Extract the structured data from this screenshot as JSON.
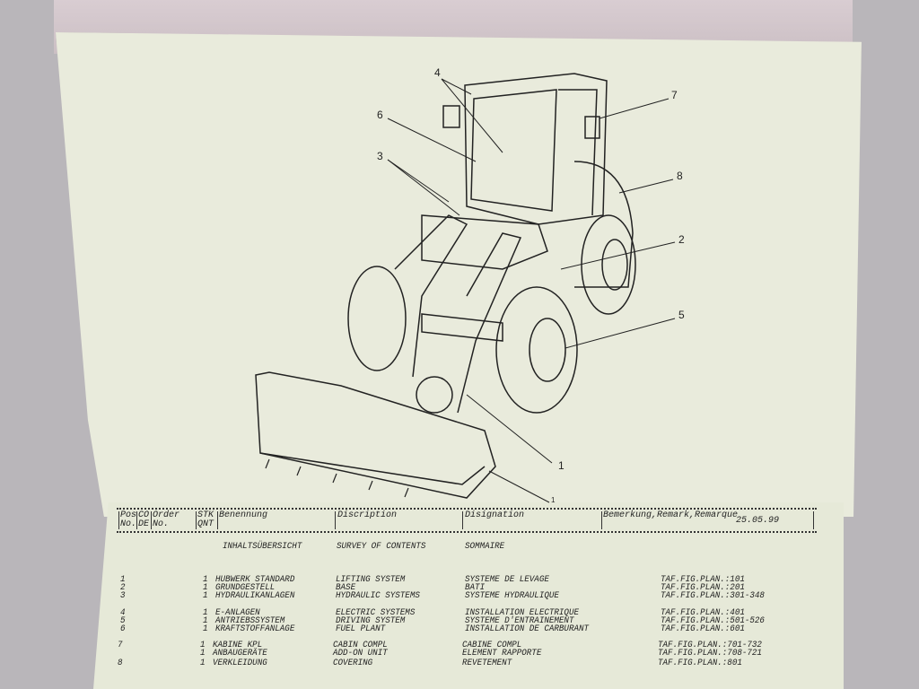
{
  "figure": {
    "callouts": [
      "1",
      "2",
      "3",
      "4",
      "5",
      "6",
      "7",
      "8",
      "1"
    ]
  },
  "table": {
    "headers": {
      "pos": "Pos",
      "pos2": "No.",
      "code": "CO",
      "code2": "DE",
      "order": "Order",
      "order2": "No.",
      "qty": "STK",
      "qty2": "QNT",
      "benennung": "Benennung",
      "description": "Discription",
      "designation": "Disignation",
      "remark": "Bemerkung,Remark,Remarque",
      "date": "25.05.99"
    },
    "section": {
      "de": "INHALTSÜBERSICHT",
      "en": "SURVEY OF CONTENTS",
      "fr": "SOMMAIRE"
    },
    "rows": [
      {
        "pos": "1",
        "qty": "1",
        "de": "HUBWERK STANDARD",
        "en": "LIFTING SYSTEM",
        "fr": "SYSTEME DE LEVAGE",
        "ref": "TAF.FIG.PLAN.:101"
      },
      {
        "pos": "2",
        "qty": "1",
        "de": "GRUNDGESTELL",
        "en": "BASE",
        "fr": "BATI",
        "ref": "TAF.FIG.PLAN.:201"
      },
      {
        "pos": "3",
        "qty": "1",
        "de": "HYDRAULIKANLAGEN",
        "en": "HYDRAULIC SYSTEMS",
        "fr": "SYSTEME HYDRAULIQUE",
        "ref": "TAF.FIG.PLAN.:301-348"
      },
      {
        "pos": "4",
        "qty": "1",
        "de": "E-ANLAGEN",
        "en": "ELECTRIC SYSTEMS",
        "fr": "INSTALLATION ELECTRIQUE",
        "ref": "TAF.FIG.PLAN.:401"
      },
      {
        "pos": "5",
        "qty": "1",
        "de": "ANTRIEBSSYSTEM",
        "en": "DRIVING SYSTEM",
        "fr": "SYSTEME D'ENTRAINEMENT",
        "ref": "TAF.FIG.PLAN.:501-526"
      },
      {
        "pos": "6",
        "qty": "1",
        "de": "KRAFTSTOFFANLAGE",
        "en": "FUEL PLANT",
        "fr": "INSTALLATION DE CARBURANT",
        "ref": "TAF.FIG.PLAN.:601"
      },
      {
        "pos": "7",
        "qty": "1",
        "de": "KABINE KPL",
        "en": "CABIN COMPL",
        "fr": "CABINE COMPL",
        "ref": "TAF.FIG.PLAN.:701-732"
      },
      {
        "pos": "",
        "qty": "1",
        "de": "ANBAUGERÄTE",
        "en": "ADD-ON UNIT",
        "fr": "ELEMENT RAPPORTE",
        "ref": "TAF.FIG.PLAN.:708-721"
      },
      {
        "pos": "8",
        "qty": "1",
        "de": "VERKLEIDUNG",
        "en": "COVERING",
        "fr": "REVETEMENT",
        "ref": "TAF.FIG.PLAN.:801"
      }
    ]
  }
}
